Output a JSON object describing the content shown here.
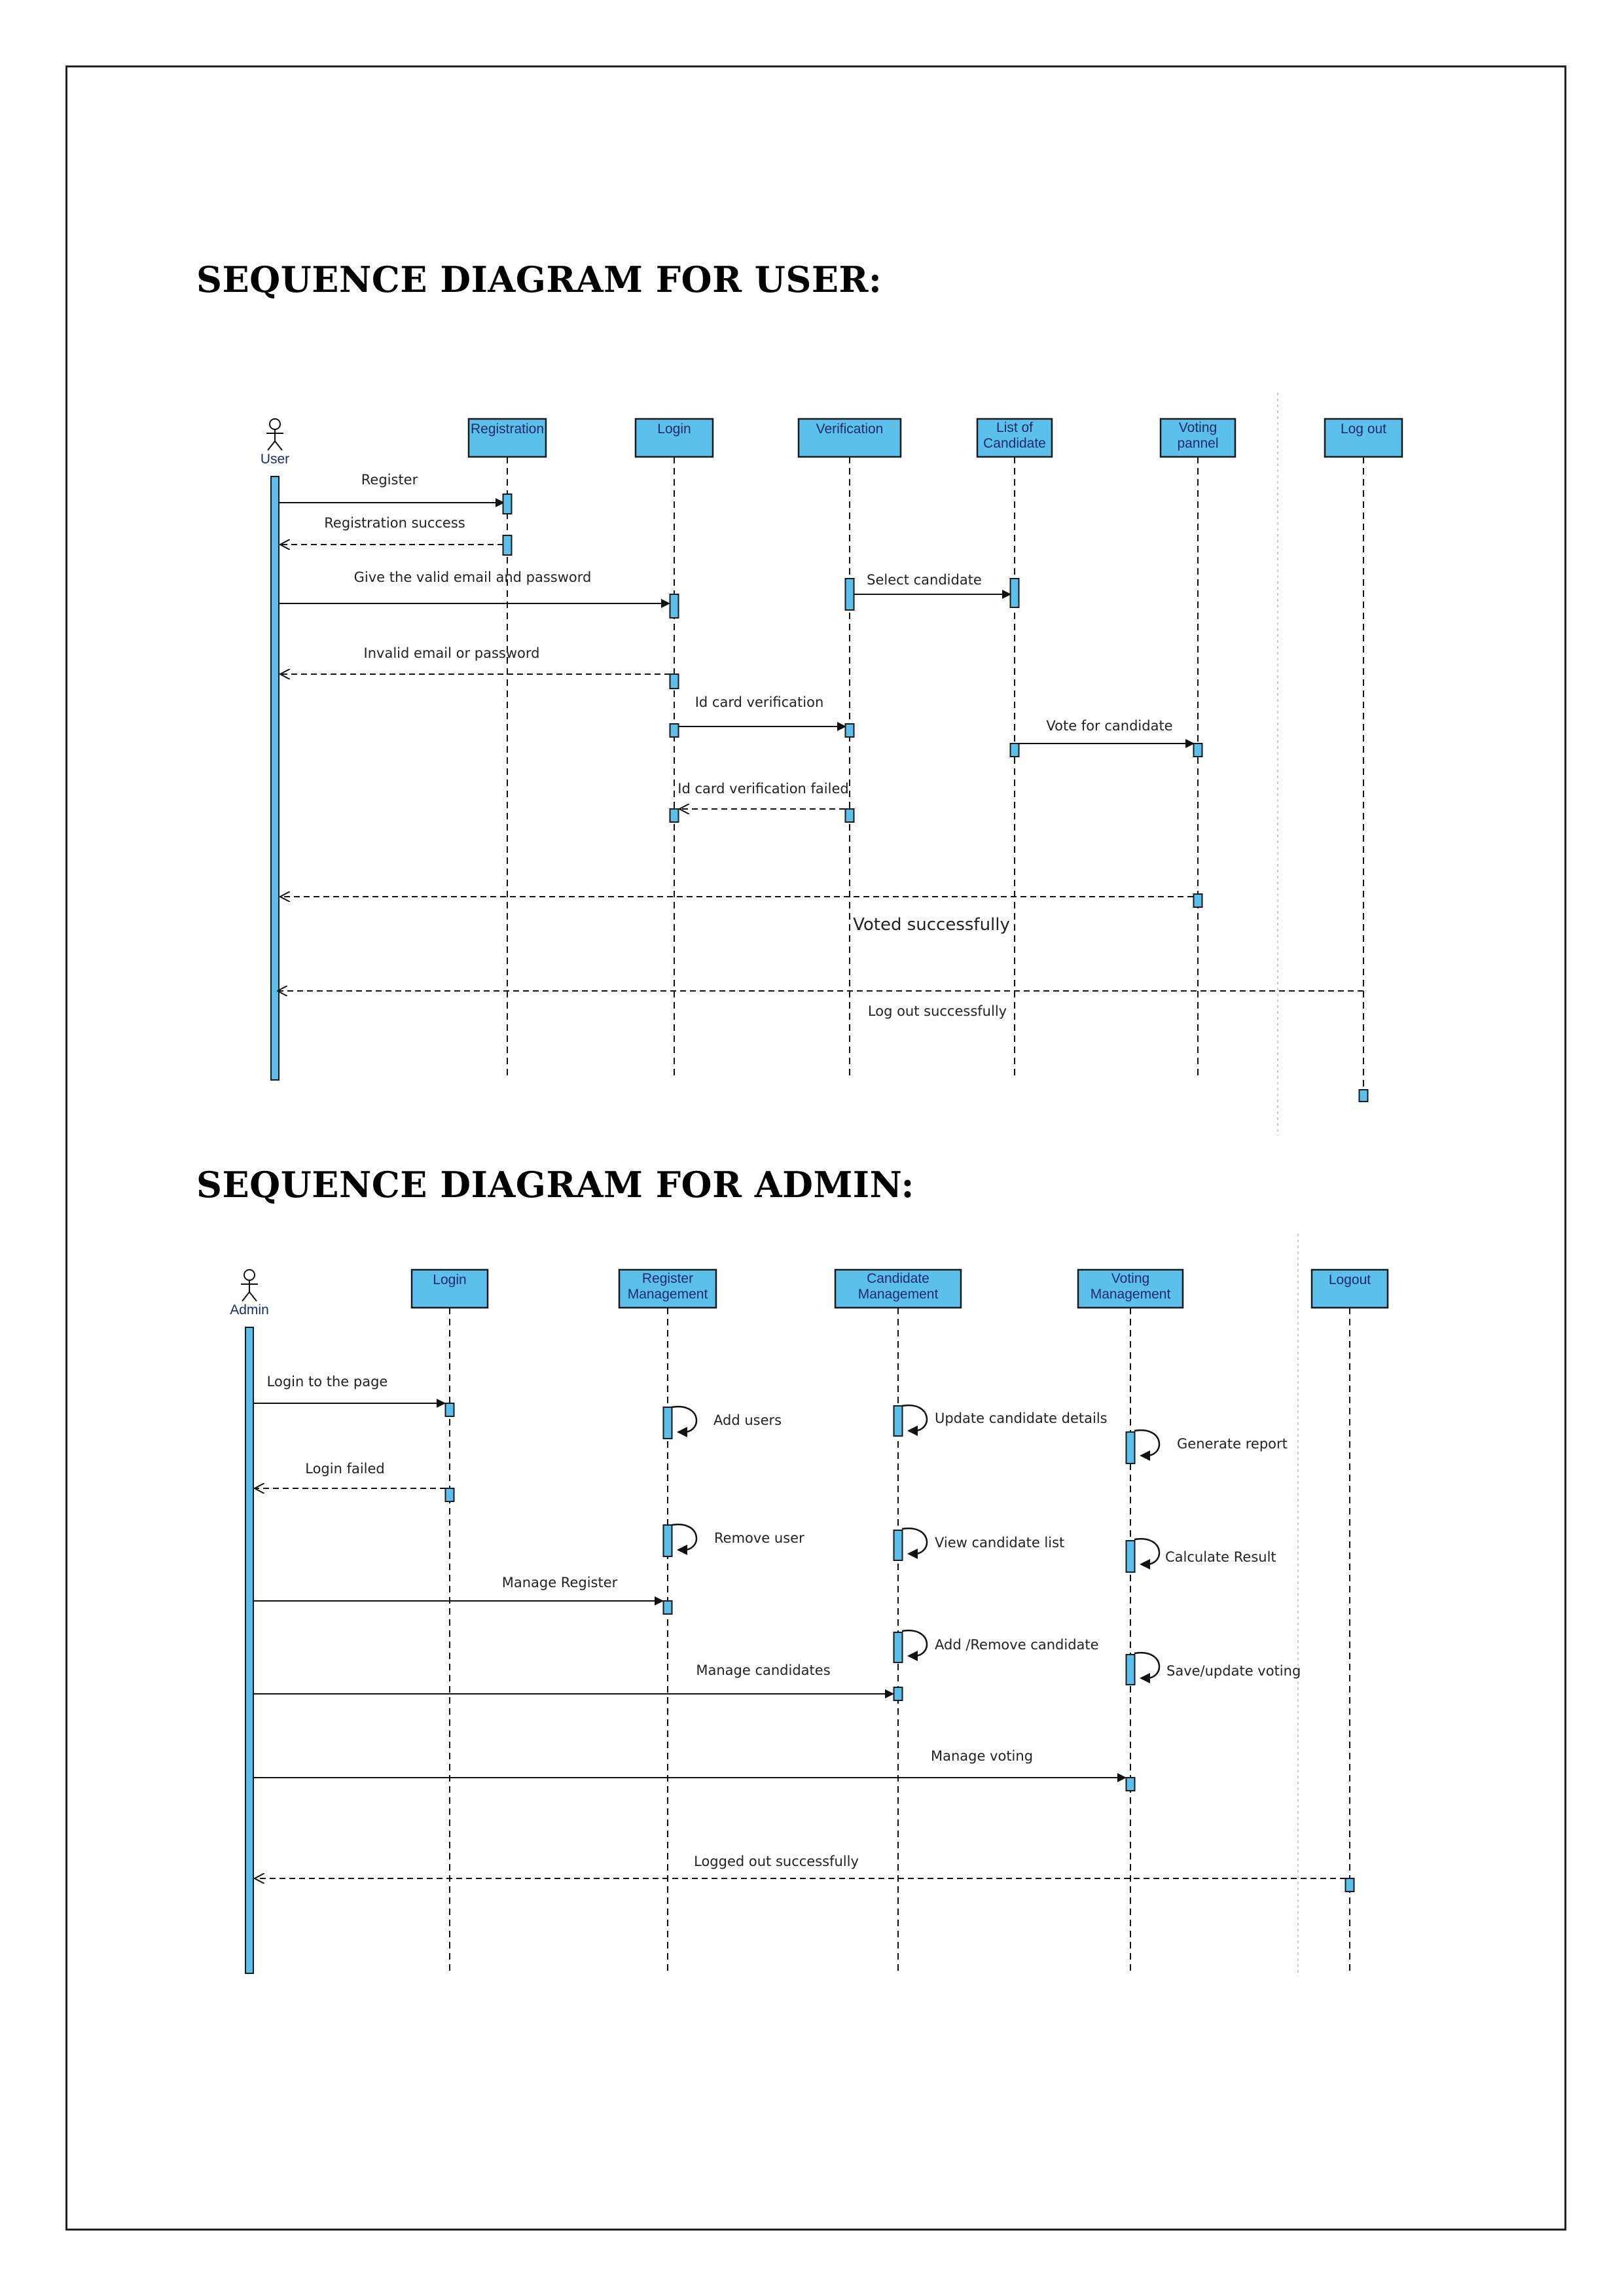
{
  "headings": {
    "user": "SEQUENCE DIAGRAM FOR USER:",
    "admin": "SEQUENCE DIAGRAM FOR ADMIN:"
  },
  "colors": {
    "lifeline_fill": "#5bc0eb",
    "lifeline_stroke": "#1a1a1a",
    "line": "#111111"
  },
  "user_diagram": {
    "actor": "User",
    "objects": [
      {
        "id": "registration",
        "label": [
          "Registration"
        ]
      },
      {
        "id": "login",
        "label": [
          "Login"
        ]
      },
      {
        "id": "verification",
        "label": [
          "Verification"
        ]
      },
      {
        "id": "list-of-candidate",
        "label": [
          "List of",
          "Candidate"
        ]
      },
      {
        "id": "voting-pannel",
        "label": [
          "Voting",
          "pannel"
        ]
      },
      {
        "id": "log-out",
        "label": [
          "Log out"
        ]
      }
    ],
    "messages": [
      {
        "text": "Register",
        "from": "actor",
        "to": "registration",
        "kind": "sync"
      },
      {
        "text": "Registration success",
        "from": "registration",
        "to": "actor",
        "kind": "return"
      },
      {
        "text": "Give the valid email and password",
        "from": "actor",
        "to": "login",
        "kind": "sync"
      },
      {
        "text": "Select candidate",
        "from": "verification",
        "to": "list-of-candidate",
        "kind": "sync"
      },
      {
        "text": "Invalid email or password",
        "from": "login",
        "to": "actor",
        "kind": "return"
      },
      {
        "text": "Id card verification",
        "from": "login",
        "to": "verification",
        "kind": "sync"
      },
      {
        "text": "Vote for candidate",
        "from": "list-of-candidate",
        "to": "voting-pannel",
        "kind": "sync"
      },
      {
        "text": "Id card verification failed",
        "from": "verification",
        "to": "login",
        "kind": "return"
      },
      {
        "text": "Voted successfully",
        "from": "voting-pannel",
        "to": "actor",
        "kind": "return"
      },
      {
        "text": "Log out successfully",
        "from": "log-out",
        "to": "actor",
        "kind": "return"
      }
    ]
  },
  "admin_diagram": {
    "actor": "Admin",
    "objects": [
      {
        "id": "login",
        "label": [
          "Login"
        ]
      },
      {
        "id": "register-management",
        "label": [
          "Register",
          "Management"
        ]
      },
      {
        "id": "candidate-management",
        "label": [
          "Candidate",
          "Management"
        ]
      },
      {
        "id": "voting-management",
        "label": [
          "Voting",
          "Management"
        ]
      },
      {
        "id": "logout",
        "label": [
          "Logout"
        ]
      }
    ],
    "messages": [
      {
        "text": "Login to the page",
        "from": "actor",
        "to": "login",
        "kind": "sync"
      },
      {
        "text": "Add users",
        "from": "register-management",
        "to": "register-management",
        "kind": "self"
      },
      {
        "text": "Update candidate details",
        "from": "candidate-management",
        "to": "candidate-management",
        "kind": "self"
      },
      {
        "text": "Generate report",
        "from": "voting-management",
        "to": "voting-management",
        "kind": "self"
      },
      {
        "text": "Login failed",
        "from": "login",
        "to": "actor",
        "kind": "return"
      },
      {
        "text": "Remove user",
        "from": "register-management",
        "to": "register-management",
        "kind": "self"
      },
      {
        "text": "View candidate list",
        "from": "candidate-management",
        "to": "candidate-management",
        "kind": "self"
      },
      {
        "text": "Calculate Result",
        "from": "voting-management",
        "to": "voting-management",
        "kind": "self"
      },
      {
        "text": "Manage Register",
        "from": "actor",
        "to": "register-management",
        "kind": "sync"
      },
      {
        "text": "Add /Remove candidate",
        "from": "candidate-management",
        "to": "candidate-management",
        "kind": "self"
      },
      {
        "text": "Save/update voting",
        "from": "voting-management",
        "to": "voting-management",
        "kind": "self"
      },
      {
        "text": "Manage candidates",
        "from": "actor",
        "to": "candidate-management",
        "kind": "sync"
      },
      {
        "text": "Manage voting",
        "from": "actor",
        "to": "voting-management",
        "kind": "sync"
      },
      {
        "text": "Logged out successfully",
        "from": "logout",
        "to": "actor",
        "kind": "return"
      }
    ]
  }
}
